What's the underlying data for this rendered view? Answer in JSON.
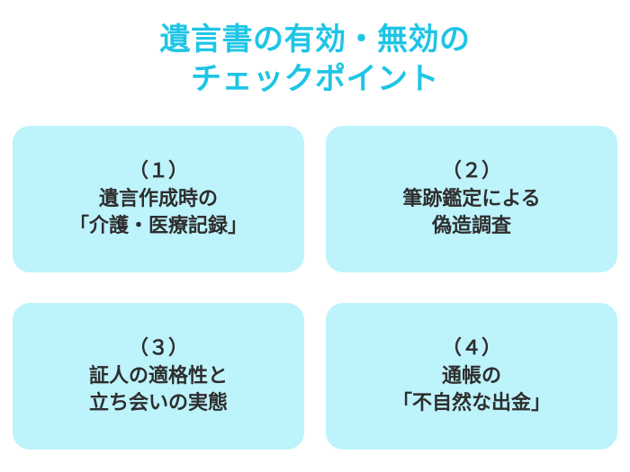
{
  "page": {
    "background_color": "#ffffff",
    "accent_color": "#1ec5e5",
    "card_background_color": "#bdf3fb",
    "card_text_color": "#2e2e2e"
  },
  "title": {
    "line1": "遺言書の有効・無効の",
    "line2": "チェックポイント"
  },
  "cards": [
    {
      "number": "（１）",
      "line1": "遺言作成時の",
      "line2": "「介護・医療記録」"
    },
    {
      "number": "（２）",
      "line1": "筆跡鑑定による",
      "line2": "偽造調査"
    },
    {
      "number": "（３）",
      "line1": "証人の適格性と",
      "line2": "立ち会いの実態"
    },
    {
      "number": "（４）",
      "line1": "通帳の",
      "line2": "「不自然な出金」"
    }
  ]
}
